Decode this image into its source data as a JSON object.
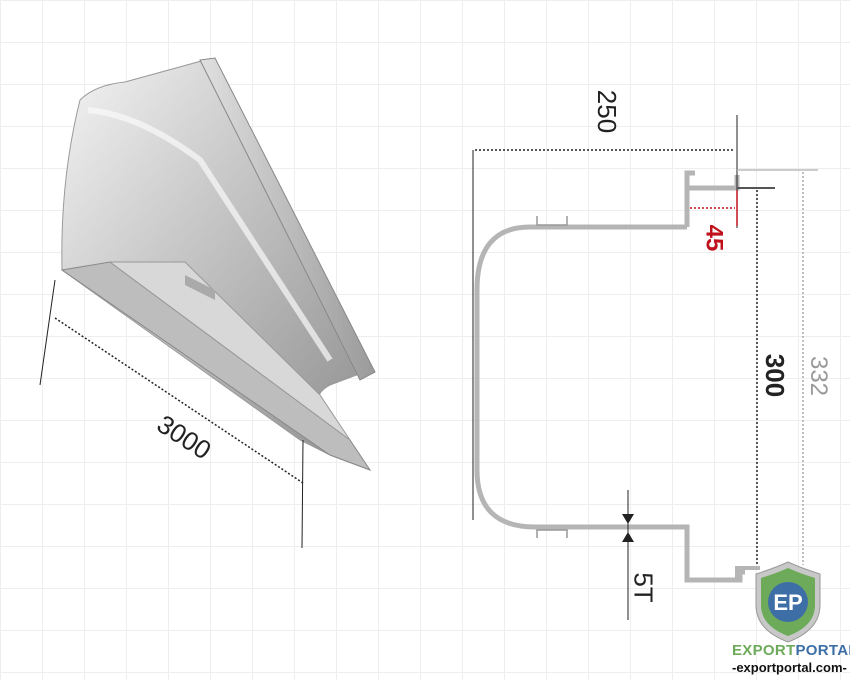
{
  "dimensions": {
    "length": "3000",
    "width": "250",
    "lip_height": "45",
    "inner_height": "300",
    "total_height": "332",
    "thickness": "5T"
  },
  "logo": {
    "letters": "EP",
    "name_part1": "EXPORT",
    "name_part2": "PORTAL",
    "url": "-exportportal.com-"
  },
  "colors": {
    "profile": "#b5b5b5",
    "dimension_red": "#c0121c",
    "logo_green": "#6dab5b",
    "logo_blue": "#3d6fa6"
  }
}
